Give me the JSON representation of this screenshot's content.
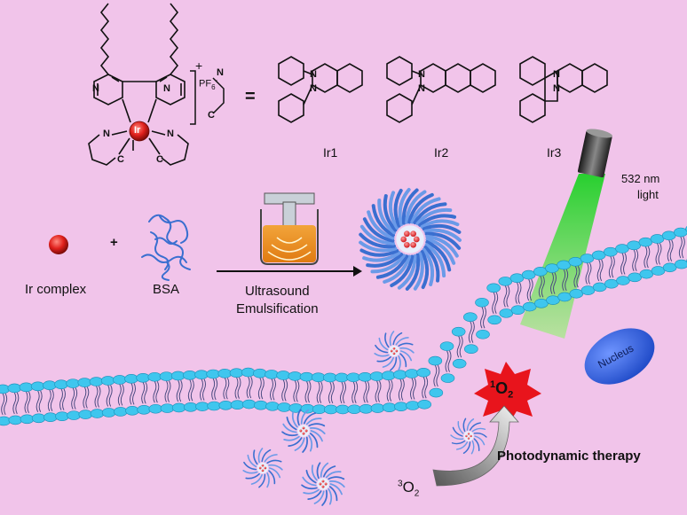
{
  "complex": {
    "metal": "Ir",
    "charge": "+",
    "counterion_base": "PF",
    "counterion_sub": "6",
    "counterion_sup": "-",
    "ligand_n": "N",
    "ligand_c": "C",
    "equals": "="
  },
  "ligands": [
    {
      "label": "Ir1"
    },
    {
      "label": "Ir2"
    },
    {
      "label": "Ir3"
    }
  ],
  "process": {
    "ir_complex_label": "Ir complex",
    "plus": "+",
    "bsa_label": "BSA",
    "step_line1": "Ultrasound",
    "step_line2": "Emulsification"
  },
  "light": {
    "wavelength": "532 nm",
    "word": "light",
    "color": "#25d12a"
  },
  "nucleus_label": "Nucleus",
  "singlet_oxygen": {
    "sup": "1",
    "base": "O",
    "sub": "2"
  },
  "triplet_oxygen": {
    "sup": "3",
    "base": "O",
    "sub": "2"
  },
  "therapy_label": "Photodynamic therapy",
  "colors": {
    "background": "#f1c4ea",
    "membrane_head": "#3fc6ee",
    "protein": "#3a6fd0",
    "ir_sphere": "#e0201c",
    "nucleus": "#2a5fd8",
    "burst": "#e8141c"
  }
}
